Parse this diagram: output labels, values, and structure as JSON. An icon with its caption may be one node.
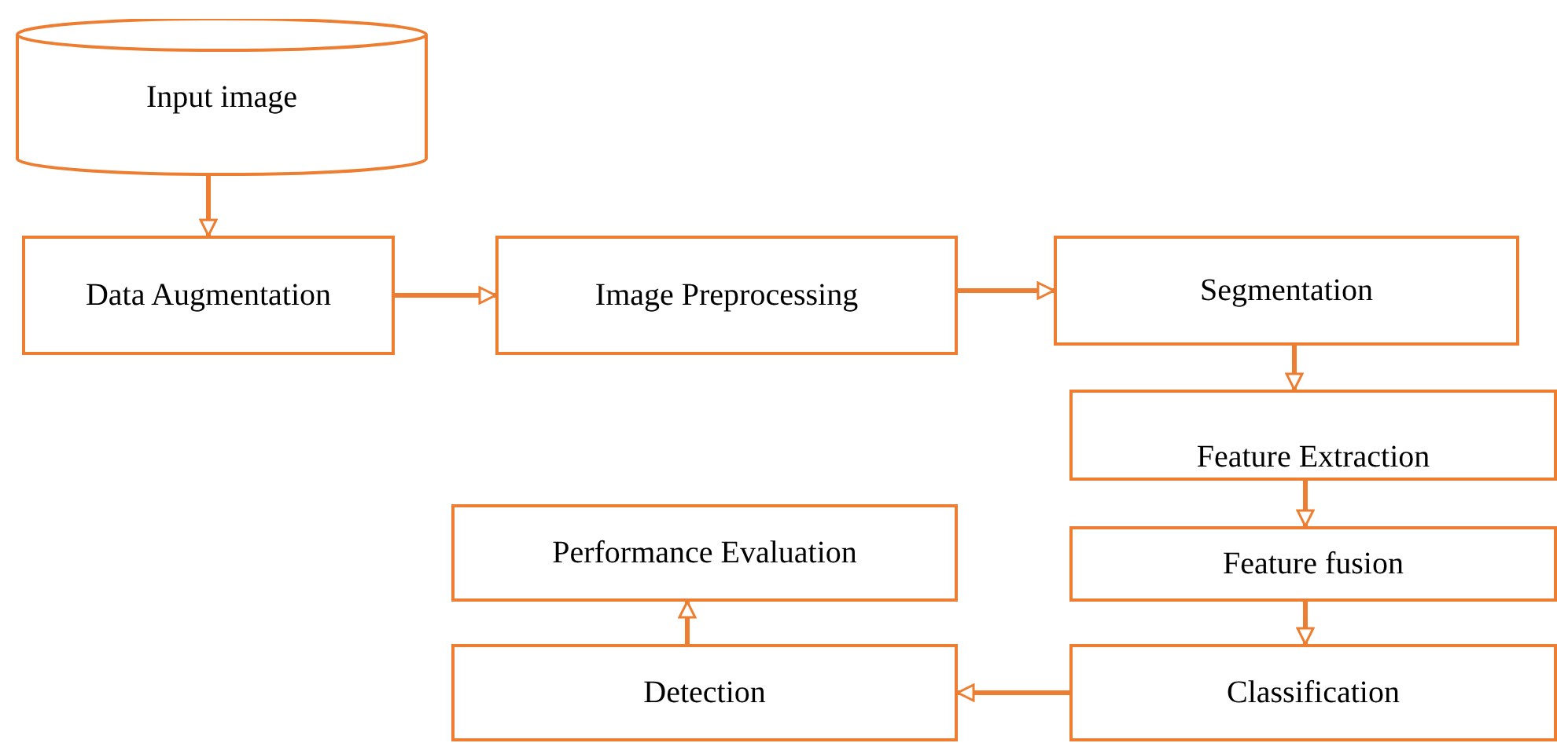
{
  "diagram": {
    "nodes": [
      {
        "text": [
          "Input image"
        ]
      },
      {
        "text": [
          "Data Augmentation"
        ]
      },
      {
        "text": [
          "Image Preprocessing"
        ]
      },
      {
        "text": [
          "Segmentation"
        ]
      },
      {
        "text": [
          "Feature Extraction"
        ]
      },
      {
        "text": [
          "Feature fusion"
        ]
      },
      {
        "text": [
          "Classification"
        ]
      },
      {
        "text": [
          "Detection"
        ]
      },
      {
        "text": [
          "Performance Evaluation"
        ]
      }
    ],
    "edges": [
      {
        "from": 0,
        "to": 1,
        "arrow": "to"
      },
      {
        "from": 1,
        "to": 2,
        "arrow": "to"
      },
      {
        "from": 2,
        "to": 3,
        "arrow": "to"
      },
      {
        "from": 3,
        "to": 4,
        "arrow": "to"
      },
      {
        "from": 4,
        "to": 5,
        "arrow": "to"
      },
      {
        "from": 5,
        "to": 6,
        "arrow": "to"
      },
      {
        "from": 6,
        "to": 7,
        "arrow": "to"
      },
      {
        "from": 7,
        "to": 8,
        "arrow": "to"
      }
    ]
  }
}
